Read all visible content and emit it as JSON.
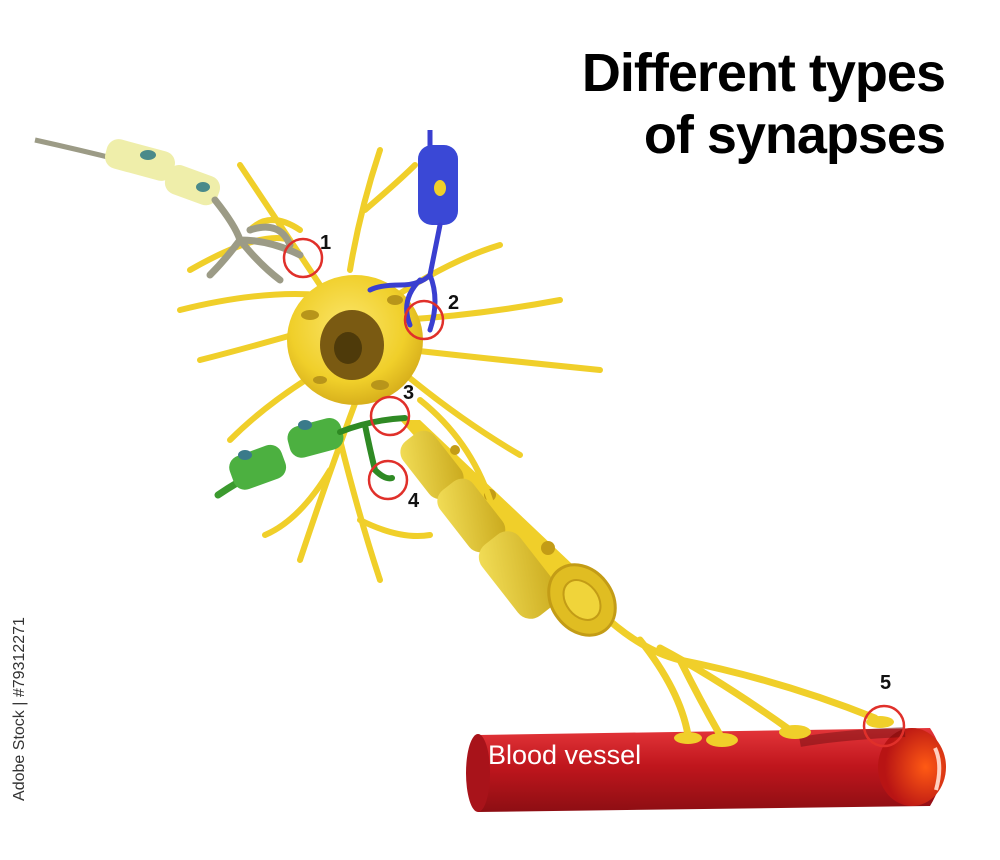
{
  "title": {
    "line1": "Different types",
    "line2": "of synapses"
  },
  "markers": [
    {
      "id": 1,
      "label": "1"
    },
    {
      "id": 2,
      "label": "2"
    },
    {
      "id": 3,
      "label": "3"
    },
    {
      "id": 4,
      "label": "4"
    },
    {
      "id": 5,
      "label": "5"
    }
  ],
  "vessel_label": "Blood vessel",
  "stock_id": "Adobe Stock | #79312271",
  "colors": {
    "neuron": "#f0cf2a",
    "neuron_dark": "#c7a318",
    "nucleus": "#7a5a12",
    "axon_gray": "#9c9b86",
    "axon_blue": "#3a3fd0",
    "axon_green": "#3b9a2e",
    "marker_ring": "#e0302a",
    "vessel": "#c0161d",
    "vessel_dark": "#7a0c10"
  }
}
